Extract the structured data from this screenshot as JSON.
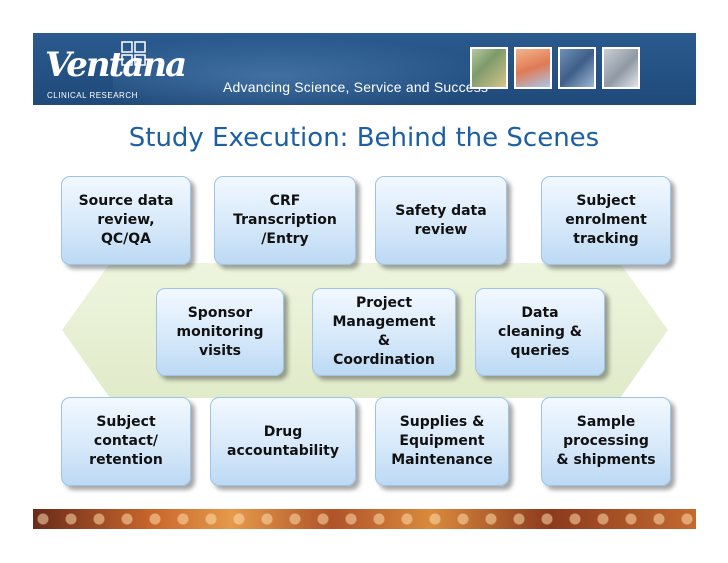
{
  "header": {
    "logo_text": "Ventana",
    "logo_subtitle": "CLINICAL RESEARCH",
    "tagline": "Advancing Science, Service and Success"
  },
  "title": "Study Execution: Behind the Scenes",
  "boxes": {
    "source_data": "Source data\nreview,\nQC/QA",
    "crf": "CRF\nTranscription\n/Entry",
    "safety": "Safety data\nreview",
    "enrolment": "Subject\nenrolment\ntracking",
    "sponsor": "Sponsor\nmonitoring\nvisits",
    "project_mgmt": "Project\nManagement\n&\nCoordination",
    "data_cleaning": "Data\ncleaning &\nqueries",
    "subject_contact": "Subject\ncontact/\nretention",
    "drug": "Drug\naccountability",
    "supplies": "Supplies &\nEquipment\nMaintenance",
    "sample": "Sample\nprocessing\n& shipments"
  },
  "colors": {
    "banner": "#1f4a7a",
    "title": "#1d5fa3",
    "box_fill": "#d7e9fa",
    "box_border": "#9ec3e6",
    "hexagon": "#e9f1d6"
  }
}
